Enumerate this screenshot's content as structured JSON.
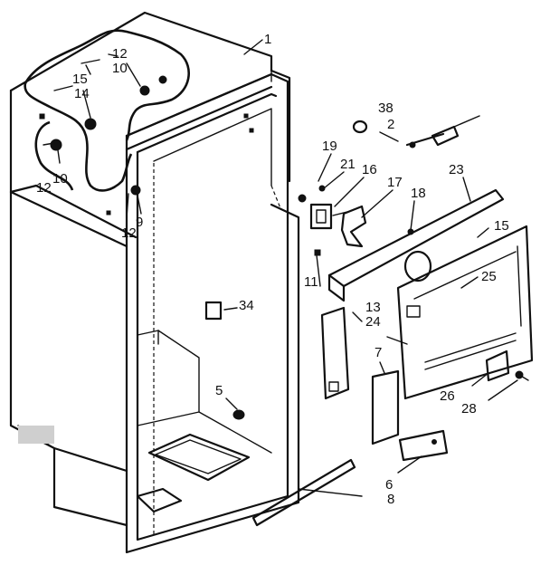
{
  "callouts": {
    "c1": "1",
    "c2": "2",
    "c5": "5",
    "c6": "6",
    "c7": "7",
    "c8": "8",
    "c9": "9",
    "c10a": "10",
    "c10b": "10",
    "c11": "11",
    "c12a": "12",
    "c12b": "12",
    "c12c": "12",
    "c13": "13",
    "c14": "14",
    "c15a": "15",
    "c15b": "15",
    "c16": "16",
    "c17": "17",
    "c18": "18",
    "c19": "19",
    "c21": "21",
    "c23": "23",
    "c24": "24",
    "c25": "25",
    "c26": "26",
    "c28": "28",
    "c34": "34",
    "c38": "38"
  }
}
